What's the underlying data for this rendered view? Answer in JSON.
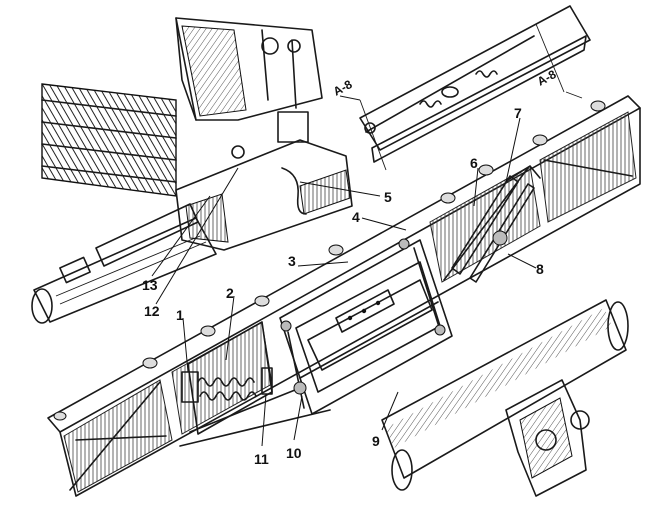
{
  "callouts": [
    {
      "id": "1",
      "text": "1"
    },
    {
      "id": "2",
      "text": "2"
    },
    {
      "id": "3",
      "text": "3"
    },
    {
      "id": "4",
      "text": "4"
    },
    {
      "id": "5",
      "text": "5"
    },
    {
      "id": "6",
      "text": "6"
    },
    {
      "id": "7",
      "text": "7"
    },
    {
      "id": "8",
      "text": "8"
    },
    {
      "id": "9",
      "text": "9"
    },
    {
      "id": "10",
      "text": "10"
    },
    {
      "id": "11",
      "text": "11"
    },
    {
      "id": "12",
      "text": "12"
    },
    {
      "id": "13",
      "text": "13"
    }
  ],
  "section_marks": [
    {
      "id": "left",
      "text": "А-8"
    },
    {
      "id": "right",
      "text": "А-8"
    }
  ]
}
